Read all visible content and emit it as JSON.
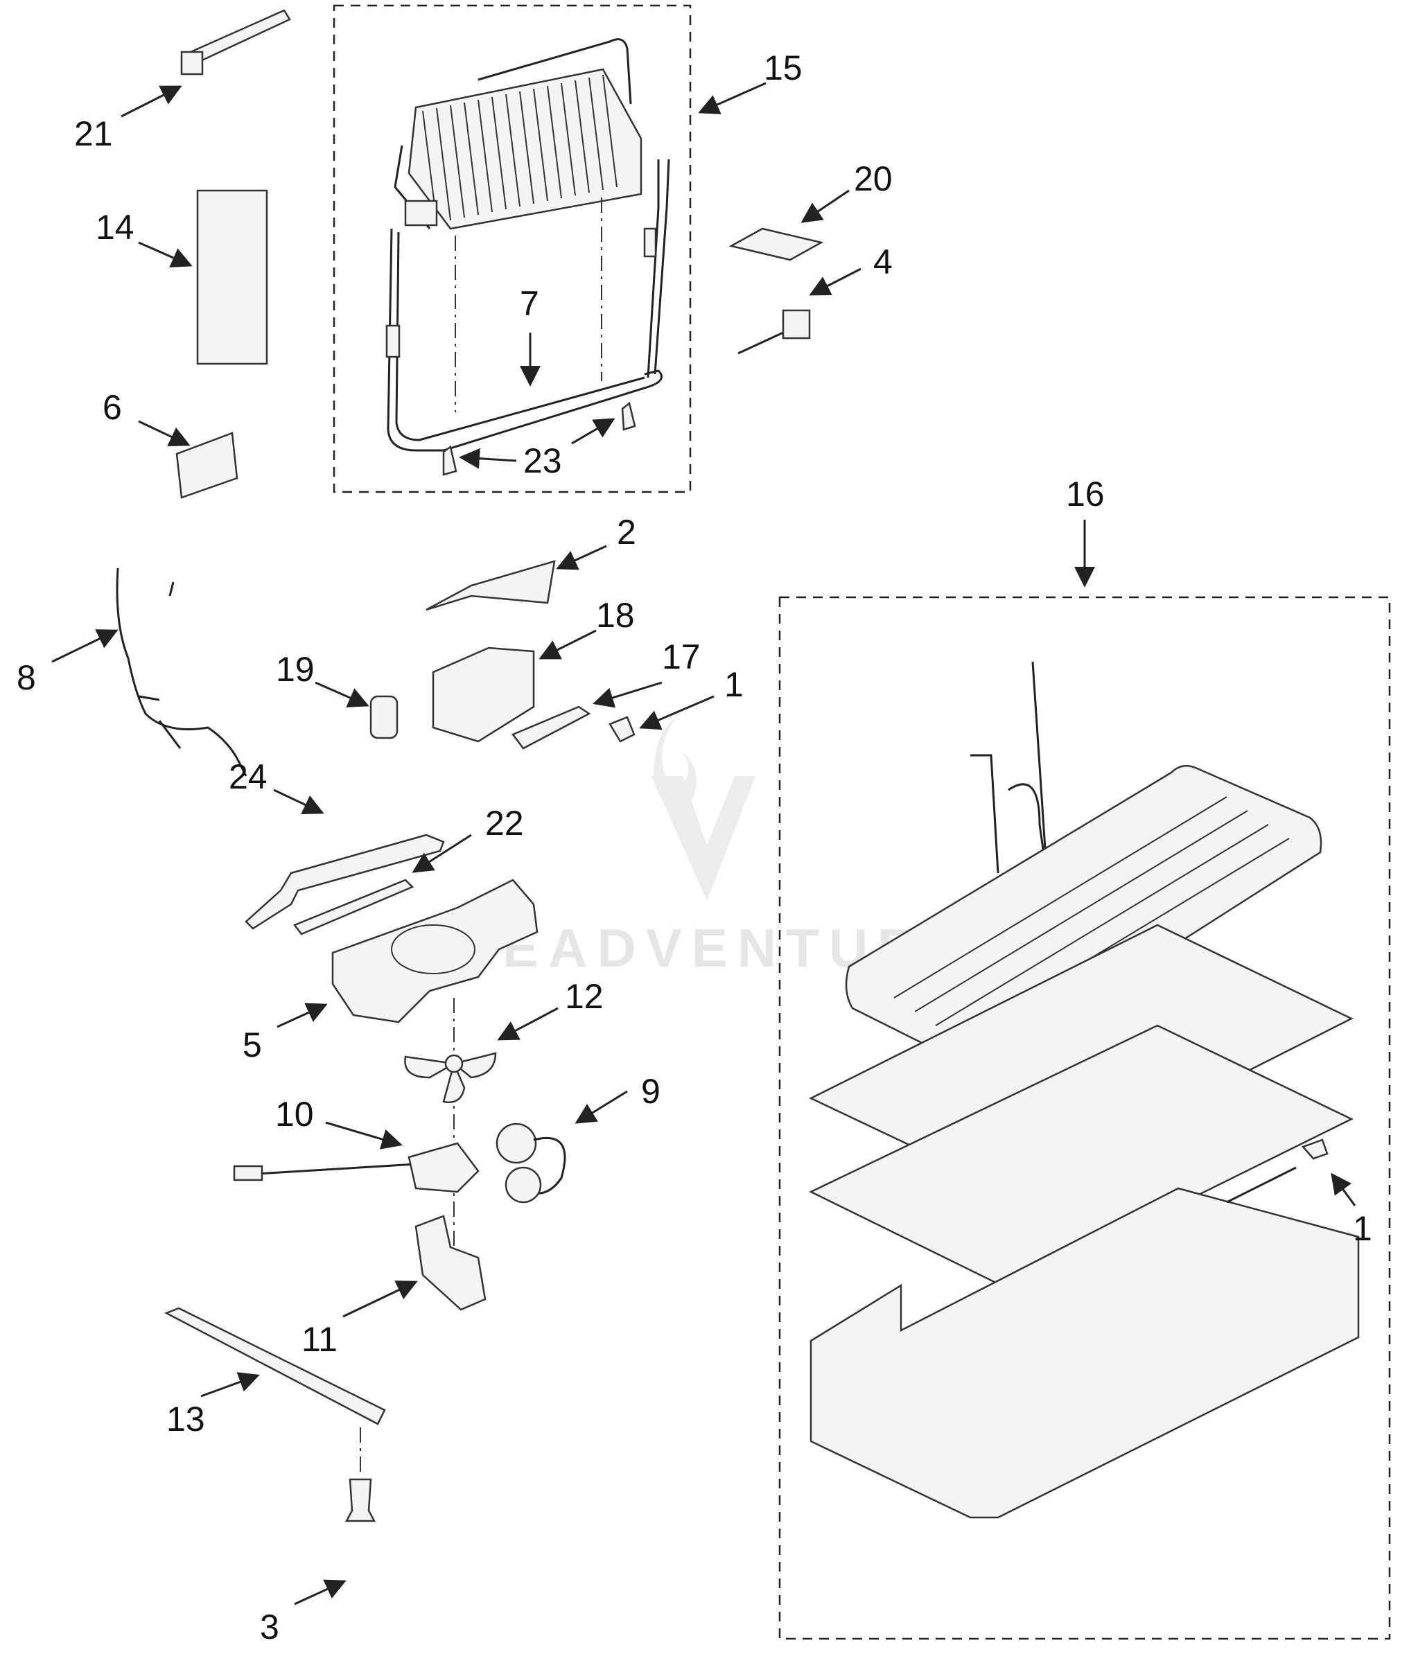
{
  "diagram": {
    "callouts": {
      "c1a": "1",
      "c1b": "1",
      "c2": "2",
      "c3": "3",
      "c4": "4",
      "c5": "5",
      "c6": "6",
      "c7": "7",
      "c8": "8",
      "c9": "9",
      "c10": "10",
      "c11": "11",
      "c12": "12",
      "c13": "13",
      "c14": "14",
      "c15": "15",
      "c16": "16",
      "c17": "17",
      "c18": "18",
      "c19": "19",
      "c20": "20",
      "c21": "21",
      "c22": "22",
      "c23": "23",
      "c24": "24"
    },
    "watermark": "EADVENTURE",
    "colors": {
      "line": "#222222",
      "fill": "#f4f4f4",
      "watermark": "#e6e6e6"
    }
  }
}
